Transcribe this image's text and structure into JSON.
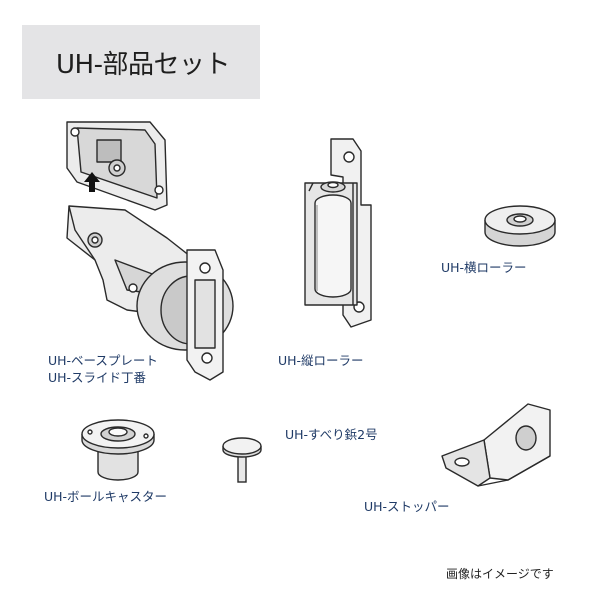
{
  "title": "UH-部品セット",
  "parts": {
    "base_plate_label": "UH-ベースプレート",
    "slide_hinge_label": "UH-スライド丁番",
    "vertical_roller_label": "UH-縦ローラー",
    "horizontal_roller_label": "UH-横ローラー",
    "slide_rivet_label": "UH-すべり鋲2号",
    "ball_caster_label": "UH-ボールキャスター",
    "stopper_label": "UH-ストッパー"
  },
  "note": "画像はイメージです",
  "colors": {
    "title_bg": "#e4e4e6",
    "label_text": "#1f3a66",
    "metal_fill": "#ececec",
    "outline": "#2a2a2a"
  }
}
